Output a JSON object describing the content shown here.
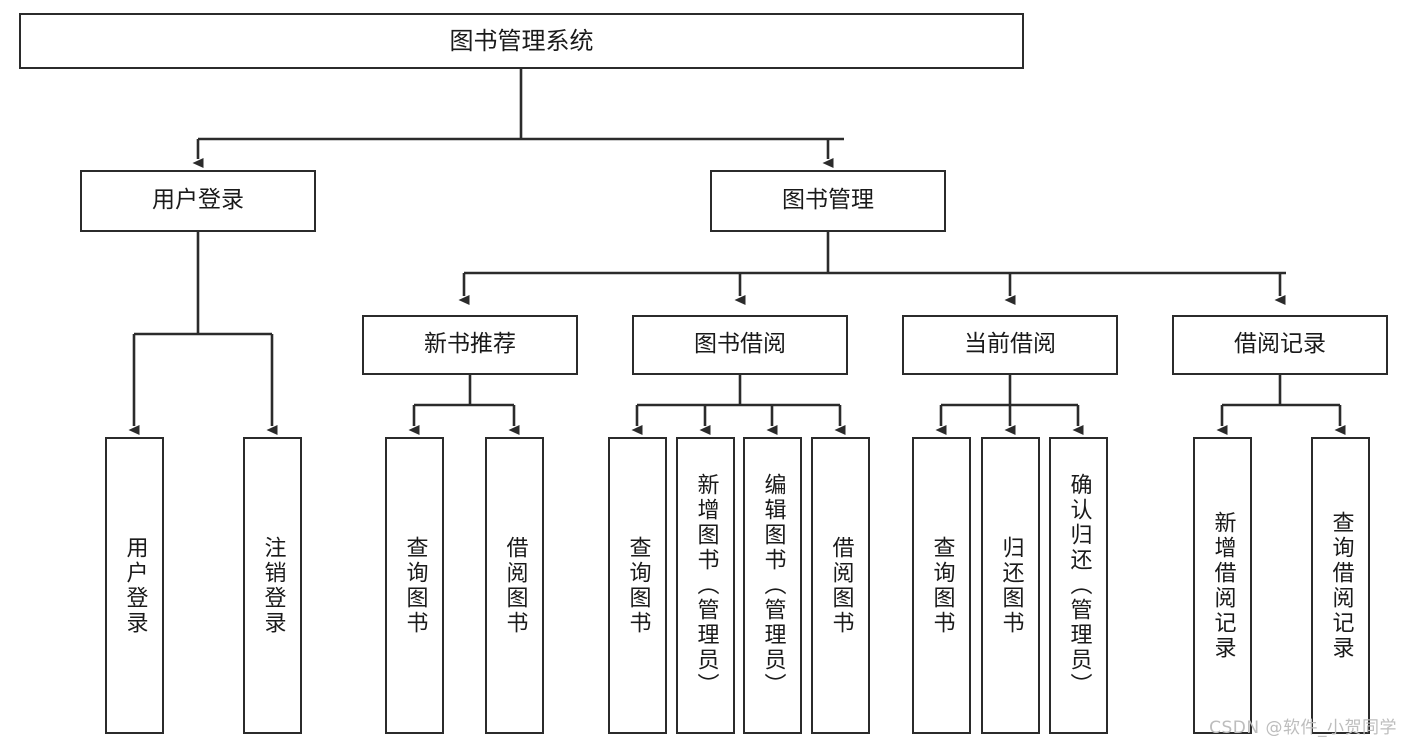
{
  "diagram": {
    "title": "图书管理系统",
    "type": "tree-hierarchy-chart",
    "stroke_color": "#2b2b2b",
    "background_color": "#ffffff",
    "watermark": "CSDN @软件_小贺同学",
    "nodes": {
      "root": {
        "label": "图书管理系统"
      },
      "level1": [
        {
          "label": "用户登录"
        },
        {
          "label": "图书管理"
        }
      ],
      "level2": [
        {
          "label": "新书推荐"
        },
        {
          "label": "图书借阅"
        },
        {
          "label": "当前借阅"
        },
        {
          "label": "借阅记录"
        }
      ],
      "leaves_user_login": [
        {
          "label": "用户登录"
        },
        {
          "label": "注销登录"
        }
      ],
      "leaves_new_book": [
        {
          "label": "查询图书"
        },
        {
          "label": "借阅图书"
        }
      ],
      "leaves_borrow": [
        {
          "label": "查询图书"
        },
        {
          "label": "新增图书（管理员）"
        },
        {
          "label": "编辑图书（管理员）"
        },
        {
          "label": "借阅图书"
        }
      ],
      "leaves_current": [
        {
          "label": "查询图书"
        },
        {
          "label": "归还图书"
        },
        {
          "label": "确认归还（管理员）"
        }
      ],
      "leaves_records": [
        {
          "label": "新增借阅记录"
        },
        {
          "label": "查询借阅记录"
        }
      ]
    }
  }
}
